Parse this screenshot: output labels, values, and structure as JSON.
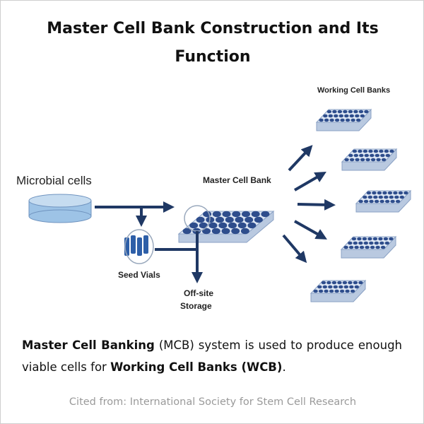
{
  "title": "Master Cell Bank Construction and Its Function",
  "diagram": {
    "microbial_cells": "Microbial cells",
    "master_cell_bank": "Master Cell Bank",
    "working_cell_banks": "Working Cell Banks",
    "seed_vials": "Seed Vials",
    "offsite_line1": "Off-site",
    "offsite_line2": "Storage"
  },
  "caption": {
    "part1_bold": "Master Cell Banking",
    "part2": " (MCB) system is used to produce enough viable cells for ",
    "part3_bold": "Working Cell Banks (WCB)",
    "part4": "."
  },
  "citation": "Cited from: International Society for Stem Cell Research",
  "colors": {
    "arrow": "#1f3864",
    "well": "#2e4d8c",
    "plate_top": "#dde6f3",
    "plate_side": "#b9c9e0",
    "dish": "#9dc3e6",
    "vial": "#2e5fa8"
  }
}
